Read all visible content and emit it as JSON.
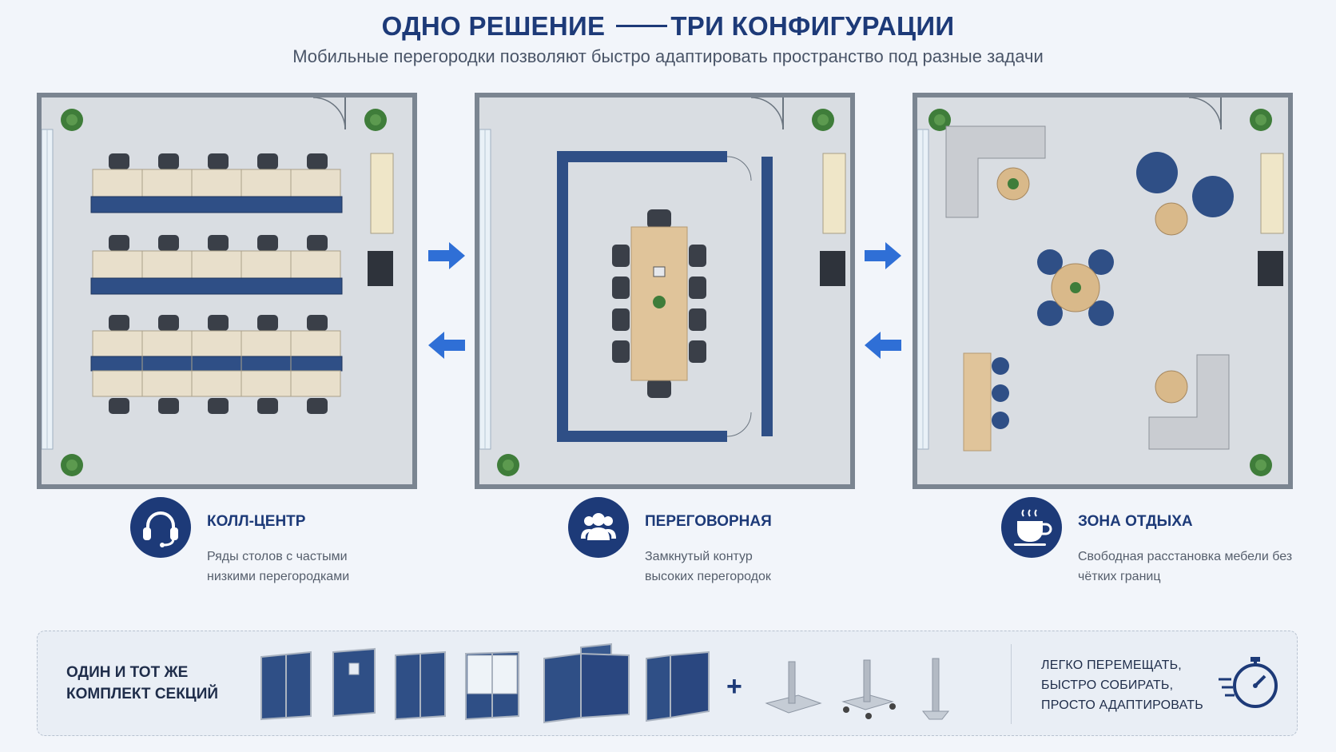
{
  "header": {
    "title_part1": "ОДНО РЕШЕНИЕ",
    "title_part2": "ТРИ КОНФИГУРАЦИИ",
    "subtitle": "Мобильные перегородки позволяют быстро адаптировать пространство под разные задачи"
  },
  "configs": [
    {
      "icon": "headset-icon",
      "title": "КОЛЛ-ЦЕНТР",
      "desc": "Ряды столов с частыми низкими перегородками"
    },
    {
      "icon": "people-icon",
      "title": "ПЕРЕГОВОРНАЯ",
      "desc": "Замкнутый контур высоких перегородок"
    },
    {
      "icon": "coffee-cup-icon",
      "title": "ЗОНА ОТДЫХА",
      "desc": "Свободная расстановка мебели без чётких границ"
    }
  ],
  "kit": {
    "left_text": "ОДИН И ТОТ ЖЕ КОМПЛЕКТ СЕКЦИЙ",
    "plus": "+",
    "right_text": "ЛЕГКО ПЕРЕМЕЩАТЬ, БЫСТРО СОБИРАТЬ, ПРОСТО АДАПТИРОВАТЬ"
  },
  "colors": {
    "accent": "#1d3a78",
    "partition": "#2f4f86",
    "arrow": "#2f6fd6",
    "floor": "#d9dde2",
    "wood": "#e0c49a"
  }
}
